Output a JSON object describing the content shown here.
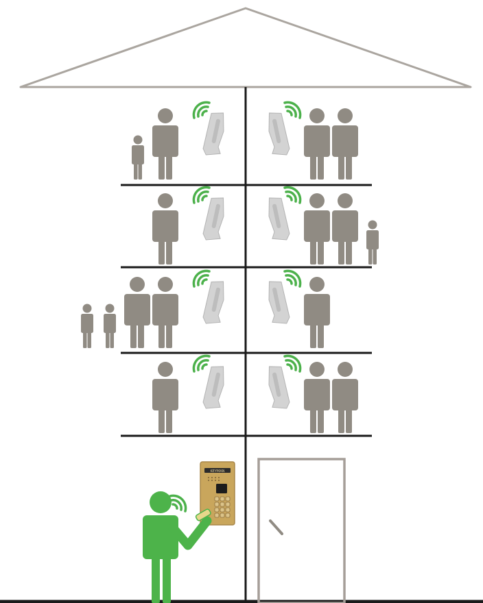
{
  "scene": {
    "floors": 4,
    "apartments_per_floor": 2,
    "residents": [
      [
        {
          "adults": 1,
          "children": 1
        },
        {
          "adults": 2,
          "children": 0
        }
      ],
      [
        {
          "adults": 1,
          "children": 0
        },
        {
          "adults": 2,
          "children": 1
        }
      ],
      [
        {
          "adults": 2,
          "children": 2
        },
        {
          "adults": 1,
          "children": 0
        }
      ],
      [
        {
          "adults": 1,
          "children": 0
        },
        {
          "adults": 2,
          "children": 0
        }
      ]
    ],
    "panel_label": "KEYMAN"
  },
  "colors": {
    "person_gray": "#908b83",
    "handset": "#d3d3d3",
    "signal_green": "#4cb14b",
    "visitor_green": "#4db34a",
    "structure": "#1a1a1a",
    "roof": "#aaa59f",
    "door": "#a59e98",
    "panel_gold": "#c9a65c"
  },
  "icons": {
    "person": "person-icon",
    "child": "child-icon",
    "handset": "intercom-handset-icon",
    "signal": "wifi-signal-icon",
    "door": "door-icon",
    "panel": "intercom-panel-icon",
    "key_fob": "key-fob-icon"
  }
}
